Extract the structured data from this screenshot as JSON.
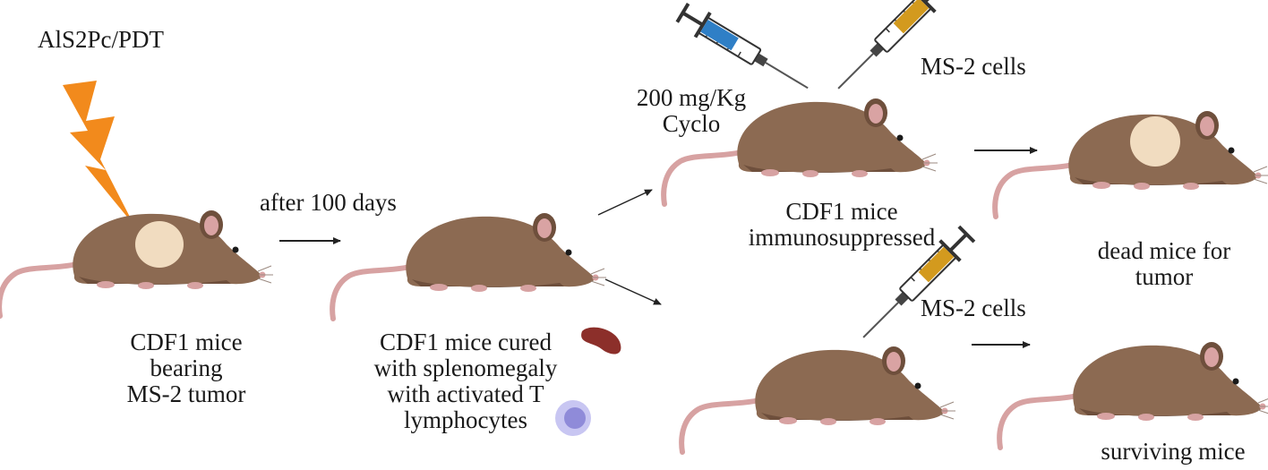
{
  "labels": {
    "treatment": "AlS2Pc/PDT",
    "after_days": "after 100 days",
    "start_mice": [
      "CDF1 mice",
      "bearing",
      "MS-2 tumor"
    ],
    "cured_mice": [
      "CDF1 mice cured",
      "with splenomegaly",
      "with activated T",
      "lymphocytes"
    ],
    "cyclo_dose": [
      "200 mg/Kg",
      "Cyclo"
    ],
    "ms2_top": "MS-2 cells",
    "ms2_bottom": "MS-2 cells",
    "immuno_mice": [
      "CDF1 mice",
      "immunosuppressed"
    ],
    "dead_mice": [
      "dead mice for",
      "tumor"
    ],
    "surviving_mice": "surviving mice"
  },
  "colors": {
    "mouse_body": "#8c6a52",
    "mouse_shadow": "#6e4f3c",
    "mouse_ear": "#d9a3a3",
    "mouse_tail": "#d7a2a2",
    "tumor": "#f1dcc0",
    "lightning": "#f28a1c",
    "spleen": "#8c2f2a",
    "lymphocyte": "#a9a7e6",
    "cyclo_syringe": "#2f7fc6",
    "cells_syringe": "#d39a1e",
    "arrow": "#222222"
  },
  "icons": [
    "lightning-icon",
    "mouse-icon",
    "spleen-icon",
    "lymphocyte-icon",
    "syringe-icon",
    "arrow-icon"
  ]
}
